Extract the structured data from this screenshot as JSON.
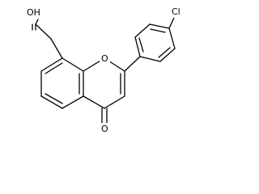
{
  "molecule": {
    "atoms": {
      "hydroxyl": "OH",
      "ring_oxygen": "O",
      "carbonyl_oxygen": "O",
      "chlorine": "Cl"
    },
    "colors": {
      "bonds": "#000000",
      "labels": "#000000",
      "background": "#ffffff"
    }
  }
}
